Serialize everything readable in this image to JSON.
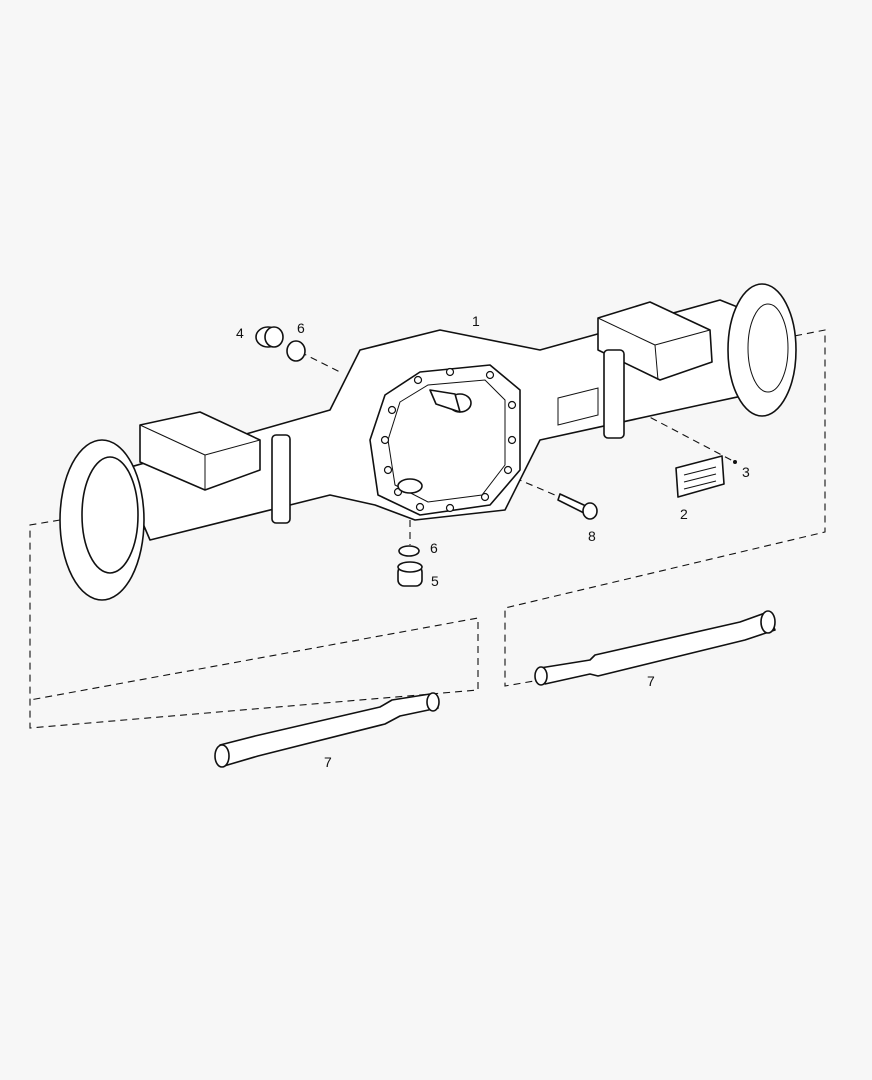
{
  "callouts": [
    {
      "id": "label-1",
      "text": "1"
    },
    {
      "id": "label-2",
      "text": "2"
    },
    {
      "id": "label-3",
      "text": "3"
    },
    {
      "id": "label-4",
      "text": "4"
    },
    {
      "id": "label-5",
      "text": "5"
    },
    {
      "id": "label-6a",
      "text": "6"
    },
    {
      "id": "label-6b",
      "text": "6"
    },
    {
      "id": "label-7a",
      "text": "7"
    },
    {
      "id": "label-7b",
      "text": "7"
    },
    {
      "id": "label-8",
      "text": "8"
    }
  ],
  "colors": {
    "background": "#f7f7f7",
    "ink": "#111111"
  }
}
